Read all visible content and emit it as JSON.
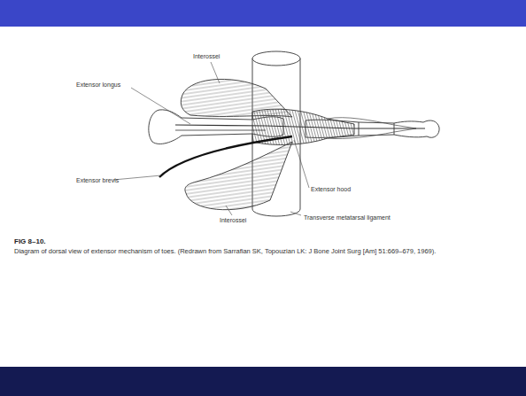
{
  "diagram": {
    "title": "FIG 8–10.",
    "caption": "Diagram of dorsal view of extensor mechanism of toes. (Redrawn from Sarrafian SK, Topouzian LK: J Bone Joint Surg [Am] 51:669–679, 1969).",
    "labels": [
      "Interossei",
      "Extensor longus",
      "Extensor brevis",
      "Interossei",
      "Extensor hood",
      "Transverse metatarsal ligament"
    ]
  }
}
